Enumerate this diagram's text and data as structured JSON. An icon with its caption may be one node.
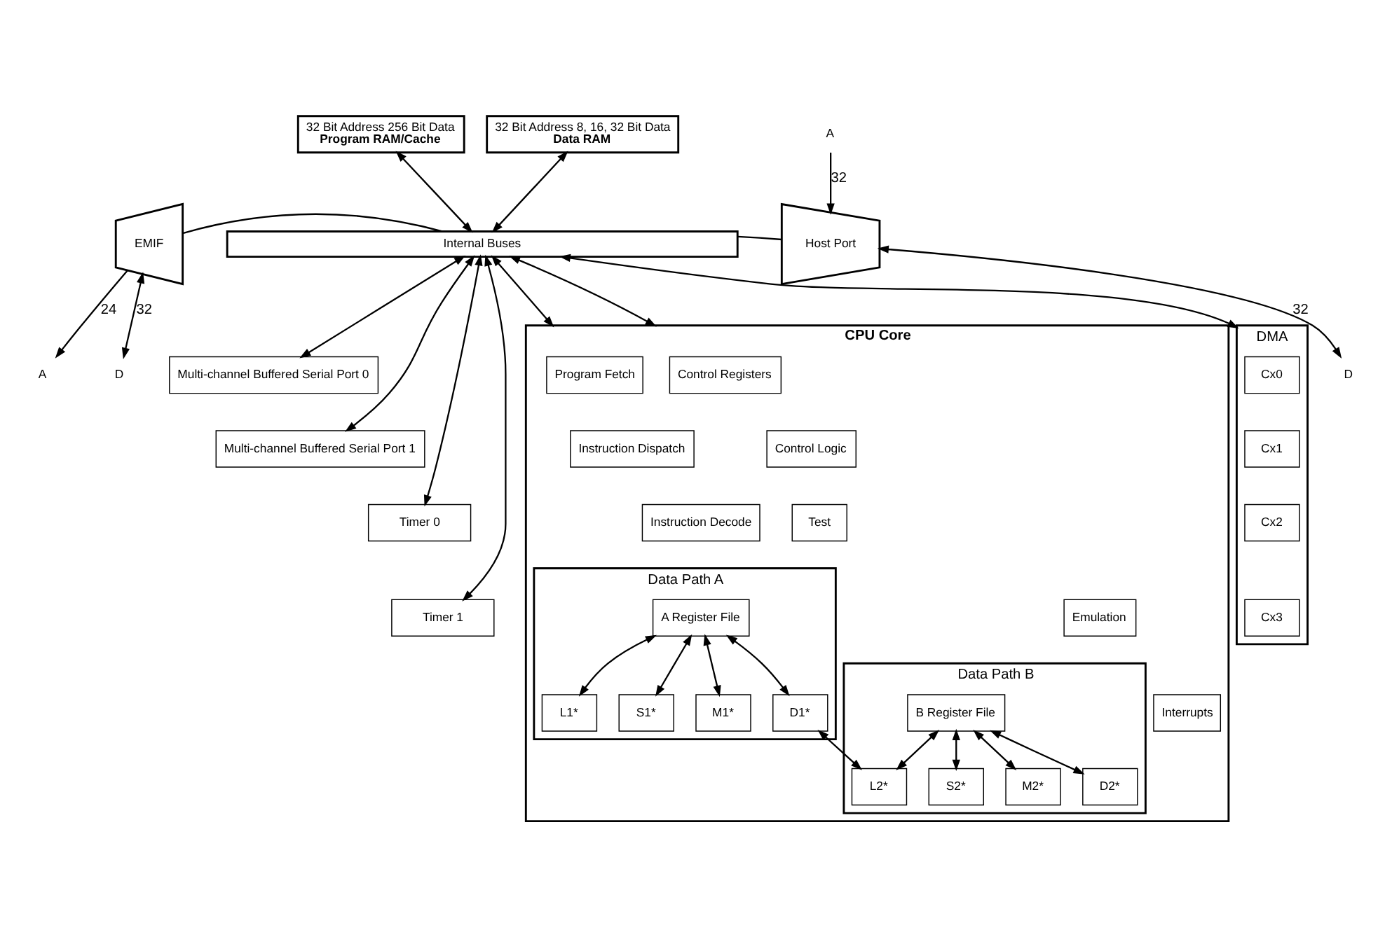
{
  "diagram": {
    "nodes": [
      {
        "text": [
          "32 Bit Address 256 Bit Data",
          "Program RAM/Cache"
        ]
      },
      {
        "text": [
          "32 Bit Address 8, 16, 32 Bit Data",
          "Data RAM"
        ]
      },
      {
        "text": [
          "EMIF"
        ]
      },
      {
        "text": [
          "Host Port"
        ]
      },
      {
        "text": [
          "Internal Buses"
        ]
      },
      {
        "text": [
          "CPU Core"
        ]
      },
      {
        "text": [
          "Program Fetch"
        ],
        "in": 5
      },
      {
        "text": [
          "Instruction Dispatch"
        ],
        "in": 5
      },
      {
        "text": [
          "Instruction Decode"
        ],
        "in": 5
      },
      {
        "text": [
          "Data Path A"
        ],
        "in": 5
      },
      {
        "text": [
          "A Register File"
        ],
        "in": 9
      },
      {
        "text": [
          "L1*"
        ],
        "in": 9
      },
      {
        "text": [
          "S1*"
        ],
        "in": 9
      },
      {
        "text": [
          "M1*"
        ],
        "in": 9
      },
      {
        "text": [
          "D1*"
        ],
        "in": 9
      },
      {
        "text": [
          "Data Path B"
        ],
        "in": 5
      },
      {
        "text": [
          "B Register File"
        ],
        "in": 15
      },
      {
        "text": [
          "L2*"
        ],
        "in": 15
      },
      {
        "text": [
          "S2*"
        ],
        "in": 15
      },
      {
        "text": [
          "M2*"
        ],
        "in": 15
      },
      {
        "text": [
          "D2*"
        ],
        "in": 15
      },
      {
        "text": [
          "Control Registers"
        ],
        "in": 5
      },
      {
        "text": [
          "Control Logic"
        ],
        "in": 5
      },
      {
        "text": [
          "Test"
        ],
        "in": 5
      },
      {
        "text": [
          "Emulation"
        ],
        "in": 5
      },
      {
        "text": [
          "Interrupts"
        ],
        "in": 5
      },
      {
        "text": [
          "DMA"
        ]
      },
      {
        "text": [
          "Cx0"
        ],
        "in": 26
      },
      {
        "text": [
          "Cx1"
        ],
        "in": 26
      },
      {
        "text": [
          "Cx2"
        ],
        "in": 26
      },
      {
        "text": [
          "Cx3"
        ],
        "in": 26
      },
      {
        "text": [
          "Multi-channel Buffered Serial Port 0"
        ]
      },
      {
        "text": [
          "Multi-channel Buffered Serial Port 1"
        ]
      },
      {
        "text": [
          "Timer 0"
        ]
      },
      {
        "text": [
          "Timer 1"
        ]
      },
      {
        "text": [
          "A"
        ]
      },
      {
        "text": [
          "D"
        ]
      },
      {
        "text": [
          "A"
        ]
      },
      {
        "text": [
          "D"
        ]
      }
    ],
    "edges": [
      {
        "from": 0,
        "to": 4,
        "arrow": "both"
      },
      {
        "from": 1,
        "to": 4,
        "arrow": "both"
      },
      {
        "from": 2,
        "to": 35,
        "arrow": "to",
        "label": "24"
      },
      {
        "from": 2,
        "to": 36,
        "arrow": "both",
        "label": "32"
      },
      {
        "from": 37,
        "to": 3,
        "arrow": "to",
        "label": "32"
      },
      {
        "from": 3,
        "to": 38,
        "arrow": "both",
        "label": "32"
      },
      {
        "from": 2,
        "to": 4,
        "arrow": "none"
      },
      {
        "from": 4,
        "to": 3,
        "arrow": "none"
      },
      {
        "from": 4,
        "to": 5,
        "arrow": "both"
      },
      {
        "from": 4,
        "to": 5,
        "arrow": "both"
      },
      {
        "from": 4,
        "to": 26,
        "arrow": "both"
      },
      {
        "from": 4,
        "to": 31,
        "arrow": "both"
      },
      {
        "from": 4,
        "to": 32,
        "arrow": "both"
      },
      {
        "from": 4,
        "to": 33,
        "arrow": "both"
      },
      {
        "from": 4,
        "to": 34,
        "arrow": "both"
      },
      {
        "from": 10,
        "to": 11,
        "arrow": "both"
      },
      {
        "from": 10,
        "to": 12,
        "arrow": "both"
      },
      {
        "from": 10,
        "to": 13,
        "arrow": "both"
      },
      {
        "from": 10,
        "to": 14,
        "arrow": "both"
      },
      {
        "from": 16,
        "to": 17,
        "arrow": "both"
      },
      {
        "from": 16,
        "to": 18,
        "arrow": "both"
      },
      {
        "from": 16,
        "to": 19,
        "arrow": "both"
      },
      {
        "from": 16,
        "to": 20,
        "arrow": "both"
      },
      {
        "from": 14,
        "to": 17,
        "arrow": "both"
      }
    ]
  }
}
